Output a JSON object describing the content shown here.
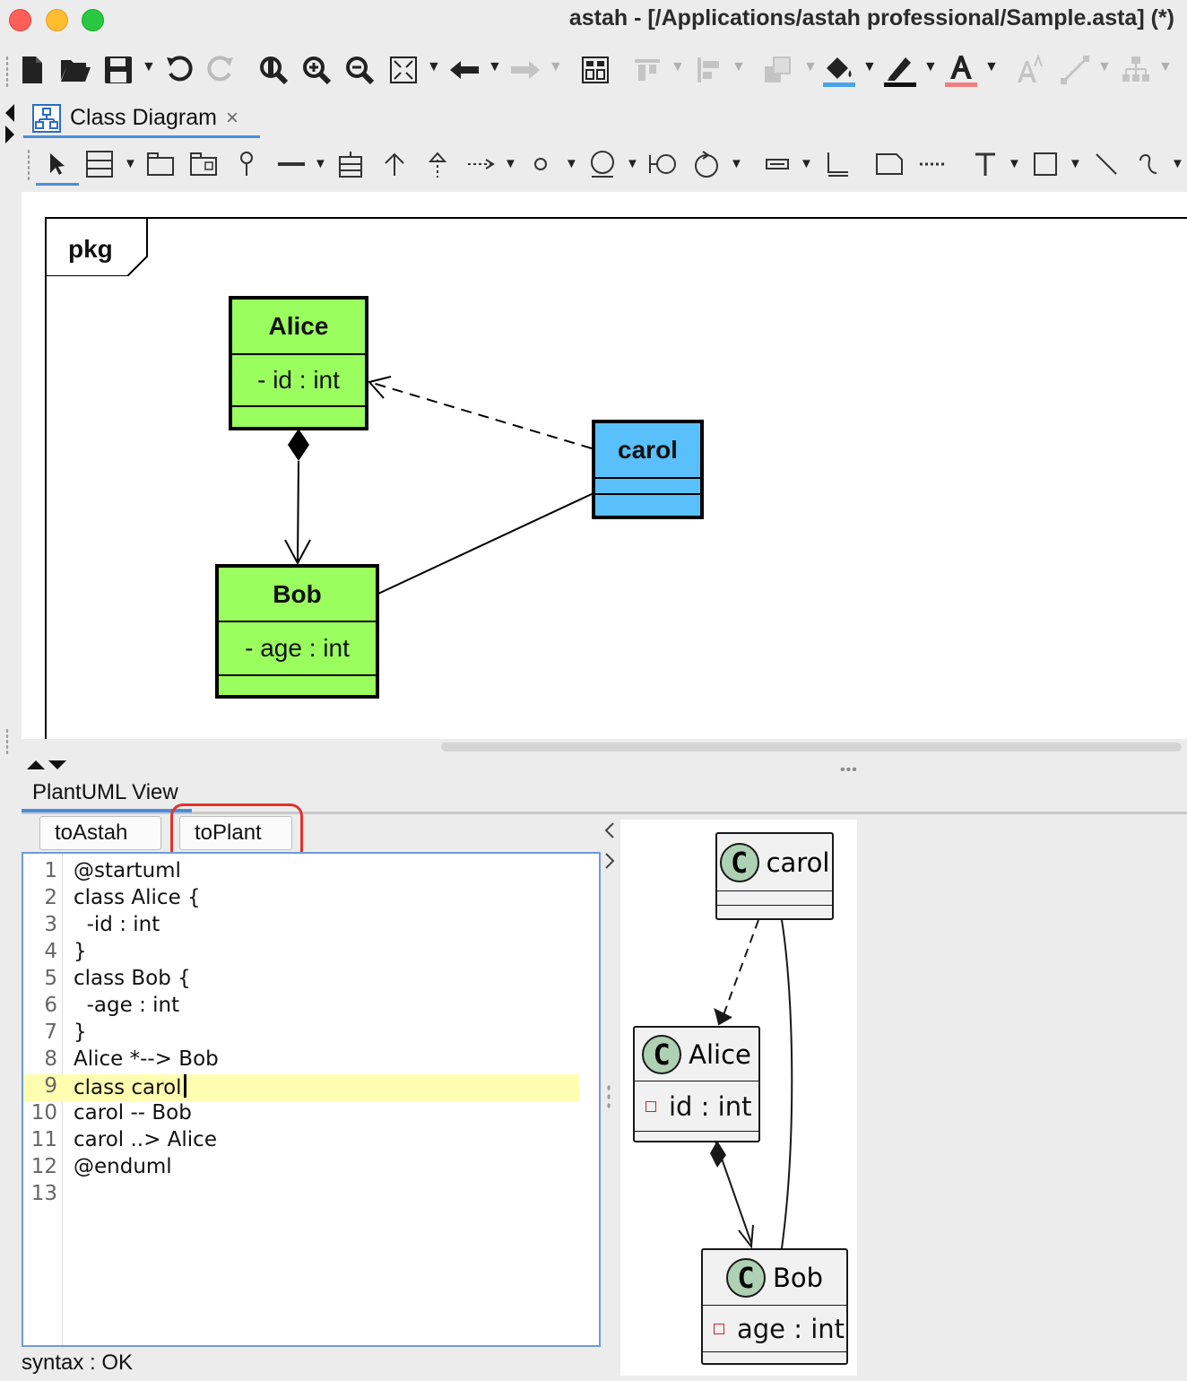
{
  "window": {
    "title": "astah - [/Applications/astah professional/Sample.asta] (*)"
  },
  "toolbar": {
    "icons": [
      "new-file",
      "open-folder",
      "save",
      "undo",
      "redo",
      "zoom-fit",
      "zoom-in",
      "zoom-out",
      "fit-window",
      "back",
      "forward",
      "layout",
      "align-top",
      "align-left",
      "bring-front",
      "fill-color",
      "line-color",
      "font-color",
      "font-size",
      "line-style",
      "tree-layout"
    ]
  },
  "tab": {
    "label": "Class Diagram",
    "close": "×"
  },
  "diagram": {
    "package_name": "pkg",
    "classes": [
      {
        "name": "Alice",
        "attribute": "- id : int",
        "color": "#9afe5f"
      },
      {
        "name": "Bob",
        "attribute": "- age : int",
        "color": "#9afe5f"
      },
      {
        "name": "carol",
        "attribute": "",
        "color": "#5ac0fb"
      }
    ]
  },
  "plantuml": {
    "title": "PlantUML View",
    "to_astah_label": "toAstah",
    "to_plant_label": "toPlant",
    "lines": [
      {
        "n": "1",
        "text": "@startuml"
      },
      {
        "n": "2",
        "text": "class Alice {"
      },
      {
        "n": "3",
        "text": "  -id : int"
      },
      {
        "n": "4",
        "text": "}"
      },
      {
        "n": "5",
        "text": "class Bob {"
      },
      {
        "n": "6",
        "text": "  -age : int"
      },
      {
        "n": "7",
        "text": "}"
      },
      {
        "n": "8",
        "text": "Alice *--> Bob"
      },
      {
        "n": "9",
        "text": "class carol"
      },
      {
        "n": "10",
        "text": "carol -- Bob"
      },
      {
        "n": "11",
        "text": "carol ..> Alice"
      },
      {
        "n": "12",
        "text": "@enduml"
      },
      {
        "n": "13",
        "text": ""
      }
    ],
    "preview": {
      "badge": "C",
      "carol": {
        "name": "carol"
      },
      "alice": {
        "name": "Alice",
        "attr": "id : int"
      },
      "bob": {
        "name": "Bob",
        "attr": "age : int"
      }
    },
    "status": "syntax : OK"
  }
}
